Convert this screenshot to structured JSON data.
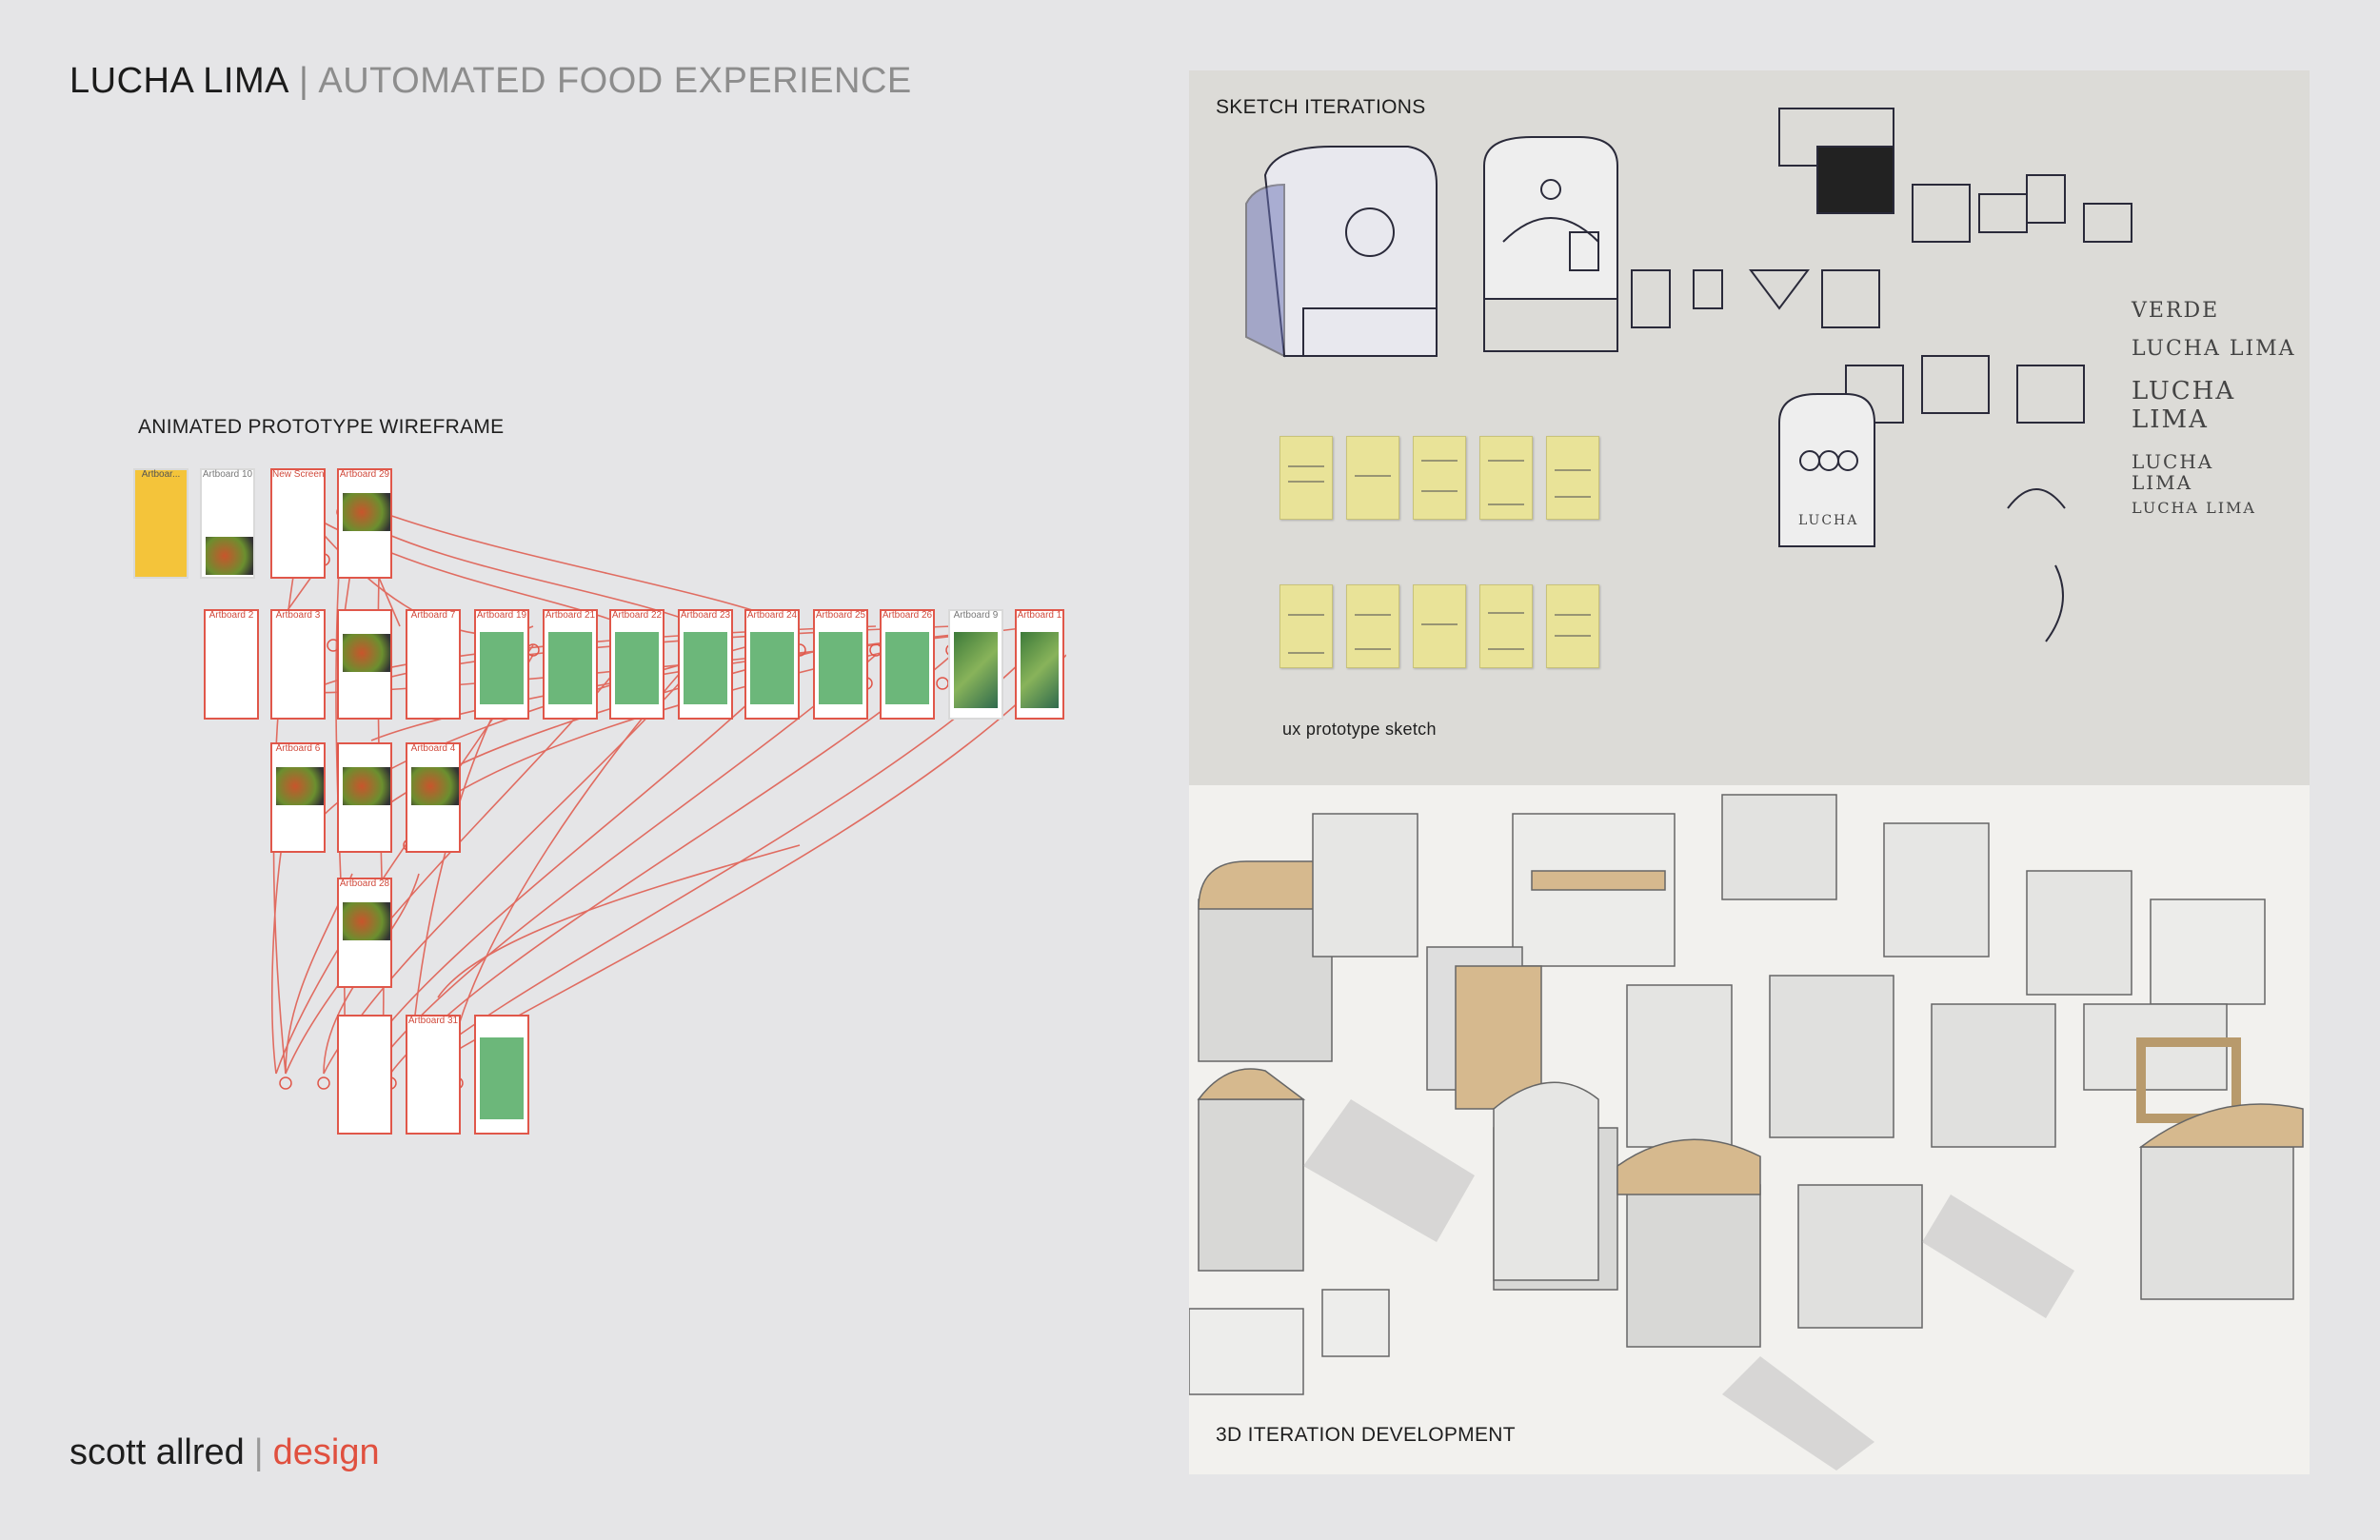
{
  "header": {
    "title": "LUCHA LIMA",
    "separator": "|",
    "subtitle": "AUTOMATED FOOD EXPERIENCE"
  },
  "captions": {
    "wireframe": "ANIMATED PROTOTYPE WIREFRAME",
    "sketch": "SKETCH ITERATIONS",
    "ux": "ux prototype sketch",
    "render": "3D ITERATION DEVELOPMENT"
  },
  "footer": {
    "name": "scott allred",
    "separator": "|",
    "accent": "design"
  },
  "artboards": {
    "a_top": "Artboar...",
    "a10": "Artboard 10",
    "new_screen": "New Screen",
    "a29": "Artboard 29",
    "a2": "Artboard 2",
    "a3": "Artboard 3",
    "a7": "Artboard 7",
    "a19": "Artboard 19",
    "a21": "Artboard 21",
    "a22": "Artboard 22",
    "a23": "Artboard 23",
    "a24": "Artboard 24",
    "a25": "Artboard 25",
    "a26": "Artboard 26",
    "a9": "Artboard 9",
    "a_last": "Artboard 1",
    "a6": "Artboard 6",
    "a4": "Artboard 4",
    "a28": "Artboard 28",
    "a31": "Artboard 31"
  },
  "sketch_words": {
    "verde": "VERDE",
    "lucha_lima_1": "LUCHA LIMA",
    "lucha_lima_2": "LUCHA LIMA",
    "lucha_lima_3": "LUCHA LIMA",
    "lucha_lima_4": "LUCHA LIMA",
    "lucha_small": "LUCHA"
  },
  "colors": {
    "accent": "#e0503f",
    "background": "#e5e5e7",
    "wire": "#e0574a",
    "sticky": "#e9e398"
  }
}
